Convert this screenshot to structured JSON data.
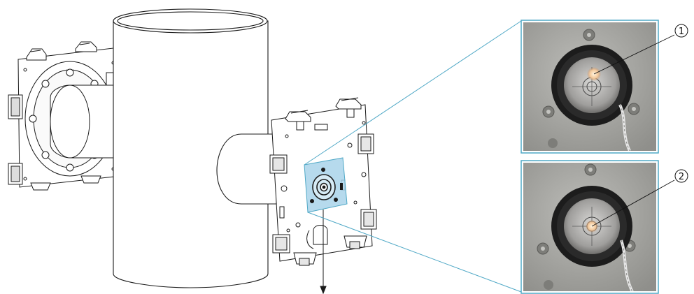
{
  "figure": {
    "description_free": true,
    "callouts": [
      {
        "id": "callout-1",
        "label": "1"
      },
      {
        "id": "callout-2",
        "label": "2"
      }
    ],
    "colors": {
      "detail_frame": "#4fa8c6",
      "highlight_fill": "#a9d4ea",
      "line": "#1a1a1a",
      "photo_metal": "#a7a7a4",
      "photo_ring": "#1c1c1c",
      "bubble": "#f3c89a"
    },
    "icons": [
      "bullseye-level-icon",
      "mounting-bracket-icon",
      "clamp-icon"
    ]
  }
}
